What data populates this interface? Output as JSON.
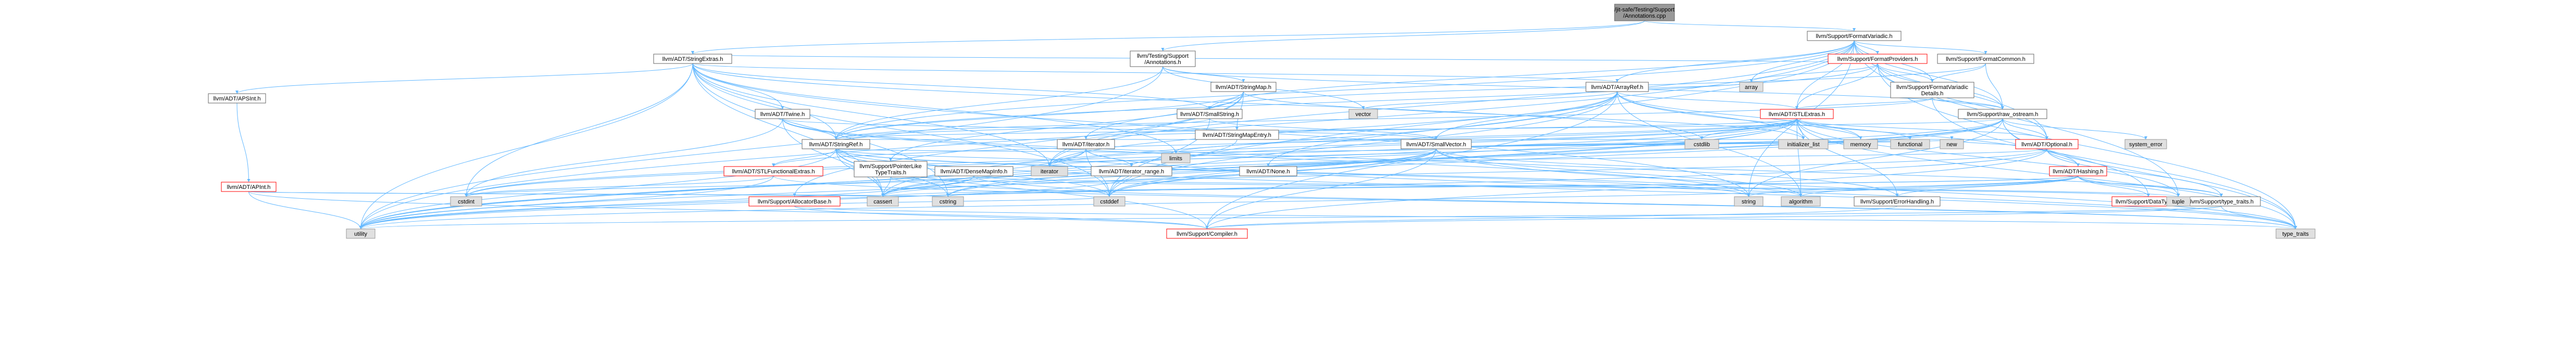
{
  "colors": {
    "edge": "#63b8ff",
    "root_fill": "#999999",
    "root_border": "#666666",
    "node_fill": "#ffffff",
    "node_border": "#666666",
    "missing_fill": "#ffffff",
    "missing_border": "#ff0000",
    "external_fill": "#e0e0e0",
    "external_border": "#999999"
  },
  "nodes": [
    {
      "id": "root",
      "kind": "root",
      "lines": [
        "/jit-safe/Testing/Support",
        "/Annotations.cpp"
      ]
    },
    {
      "id": "fv",
      "kind": "normal",
      "lines": [
        "llvm/Support/FormatVariadic.h"
      ]
    },
    {
      "id": "stringextras",
      "kind": "normal",
      "lines": [
        "llvm/ADT/StringExtras.h"
      ]
    },
    {
      "id": "testann",
      "kind": "normal",
      "lines": [
        "llvm/Testing/Support",
        "/Annotations.h"
      ]
    },
    {
      "id": "fproviders",
      "kind": "missing",
      "lines": [
        "llvm/Support/FormatProviders.h"
      ]
    },
    {
      "id": "fcommon",
      "kind": "normal",
      "lines": [
        "llvm/Support/FormatCommon.h"
      ]
    },
    {
      "id": "apsint",
      "kind": "normal",
      "lines": [
        "llvm/ADT/APSInt.h"
      ]
    },
    {
      "id": "apint",
      "kind": "missing",
      "lines": [
        "llvm/ADT/APInt.h"
      ]
    },
    {
      "id": "stringmap",
      "kind": "normal",
      "lines": [
        "llvm/ADT/StringMap.h"
      ]
    },
    {
      "id": "smallstring",
      "kind": "normal",
      "lines": [
        "llvm/ADT/SmallString.h"
      ]
    },
    {
      "id": "arrayref",
      "kind": "normal",
      "lines": [
        "llvm/ADT/ArrayRef.h"
      ]
    },
    {
      "id": "fvdetails",
      "kind": "normal",
      "lines": [
        "llvm/Support/FormatVariadic",
        "Details.h"
      ]
    },
    {
      "id": "twine",
      "kind": "normal",
      "lines": [
        "llvm/ADT/Twine.h"
      ]
    },
    {
      "id": "stringmapentry",
      "kind": "normal",
      "lines": [
        "llvm/ADT/StringMapEntry.h"
      ]
    },
    {
      "id": "stlextras",
      "kind": "missing",
      "lines": [
        "llvm/ADT/STLExtras.h"
      ]
    },
    {
      "id": "rawostream",
      "kind": "normal",
      "lines": [
        "llvm/Support/raw_ostream.h"
      ]
    },
    {
      "id": "stringref",
      "kind": "normal",
      "lines": [
        "llvm/ADT/StringRef.h"
      ]
    },
    {
      "id": "adtiterator",
      "kind": "normal",
      "lines": [
        "llvm/ADT/iterator.h"
      ]
    },
    {
      "id": "smallvector",
      "kind": "normal",
      "lines": [
        "llvm/ADT/SmallVector.h"
      ]
    },
    {
      "id": "optional",
      "kind": "missing",
      "lines": [
        "llvm/ADT/Optional.h"
      ]
    },
    {
      "id": "stlfunc",
      "kind": "missing",
      "lines": [
        "llvm/ADT/STLFunctionalExtras.h"
      ]
    },
    {
      "id": "ptrliketraits",
      "kind": "normal",
      "lines": [
        "llvm/Support/PointerLike",
        "TypeTraits.h"
      ]
    },
    {
      "id": "densemapinfo",
      "kind": "normal",
      "lines": [
        "llvm/ADT/DenseMapInfo.h"
      ]
    },
    {
      "id": "iterrange",
      "kind": "normal",
      "lines": [
        "llvm/ADT/iterator_range.h"
      ]
    },
    {
      "id": "none",
      "kind": "normal",
      "lines": [
        "llvm/ADT/None.h"
      ]
    },
    {
      "id": "hashing",
      "kind": "missing",
      "lines": [
        "llvm/ADT/Hashing.h"
      ]
    },
    {
      "id": "allocbase",
      "kind": "missing",
      "lines": [
        "llvm/Support/AllocatorBase.h"
      ]
    },
    {
      "id": "errorhandling",
      "kind": "normal",
      "lines": [
        "llvm/Support/ErrorHandling.h"
      ]
    },
    {
      "id": "datatypes",
      "kind": "missing",
      "lines": [
        "llvm/Support/DataTypes.h"
      ]
    },
    {
      "id": "typetraitsh",
      "kind": "normal",
      "lines": [
        "llvm/Support/type_traits.h"
      ]
    },
    {
      "id": "compiler",
      "kind": "missing",
      "lines": [
        "llvm/Support/Compiler.h"
      ]
    },
    {
      "id": "vector",
      "kind": "external",
      "lines": [
        "vector"
      ]
    },
    {
      "id": "array",
      "kind": "external",
      "lines": [
        "array"
      ]
    },
    {
      "id": "systemerror",
      "kind": "external",
      "lines": [
        "system_error"
      ]
    },
    {
      "id": "iterator",
      "kind": "external",
      "lines": [
        "iterator"
      ]
    },
    {
      "id": "limits",
      "kind": "external",
      "lines": [
        "limits"
      ]
    },
    {
      "id": "cstdlib",
      "kind": "external",
      "lines": [
        "cstdlib"
      ]
    },
    {
      "id": "initlist",
      "kind": "external",
      "lines": [
        "initializer_list"
      ]
    },
    {
      "id": "memory",
      "kind": "external",
      "lines": [
        "memory"
      ]
    },
    {
      "id": "functional",
      "kind": "external",
      "lines": [
        "functional"
      ]
    },
    {
      "id": "new",
      "kind": "external",
      "lines": [
        "new"
      ]
    },
    {
      "id": "cstdint",
      "kind": "external",
      "lines": [
        "cstdint"
      ]
    },
    {
      "id": "cassert",
      "kind": "external",
      "lines": [
        "cassert"
      ]
    },
    {
      "id": "cstring",
      "kind": "external",
      "lines": [
        "cstring"
      ]
    },
    {
      "id": "cstddef",
      "kind": "external",
      "lines": [
        "cstddef"
      ]
    },
    {
      "id": "algorithm",
      "kind": "external",
      "lines": [
        "algorithm"
      ]
    },
    {
      "id": "string",
      "kind": "external",
      "lines": [
        "string"
      ]
    },
    {
      "id": "tuple",
      "kind": "external",
      "lines": [
        "tuple"
      ]
    },
    {
      "id": "utility",
      "kind": "external",
      "lines": [
        "utility"
      ]
    },
    {
      "id": "typetraits",
      "kind": "external",
      "lines": [
        "type_traits"
      ]
    }
  ],
  "edges": [
    [
      "root",
      "fv"
    ],
    [
      "root",
      "stringextras"
    ],
    [
      "root",
      "testann"
    ],
    [
      "fv",
      "fproviders"
    ],
    [
      "fv",
      "fcommon"
    ],
    [
      "fv",
      "fvdetails"
    ],
    [
      "fv",
      "smallstring"
    ],
    [
      "fv",
      "arrayref"
    ],
    [
      "fv",
      "stlextras"
    ],
    [
      "fv",
      "stringref"
    ],
    [
      "fv",
      "rawostream"
    ],
    [
      "fv",
      "optional"
    ],
    [
      "fv",
      "array"
    ],
    [
      "fv",
      "cstddef"
    ],
    [
      "fv",
      "string"
    ],
    [
      "fv",
      "tuple"
    ],
    [
      "fv",
      "utility"
    ],
    [
      "fv",
      "iterator"
    ],
    [
      "stringextras",
      "apsint"
    ],
    [
      "stringextras",
      "arrayref"
    ],
    [
      "stringextras",
      "smallstring"
    ],
    [
      "stringextras",
      "stringref"
    ],
    [
      "stringextras",
      "twine"
    ],
    [
      "stringextras",
      "iterator"
    ],
    [
      "stringextras",
      "cassert"
    ],
    [
      "stringextras",
      "cstddef"
    ],
    [
      "stringextras",
      "cstdint"
    ],
    [
      "stringextras",
      "cstdlib"
    ],
    [
      "stringextras",
      "cstring"
    ],
    [
      "stringextras",
      "limits"
    ],
    [
      "stringextras",
      "string"
    ],
    [
      "stringextras",
      "utility"
    ],
    [
      "testann",
      "stringmap"
    ],
    [
      "testann",
      "stringref"
    ],
    [
      "testann",
      "vector"
    ],
    [
      "testann",
      "rawostream"
    ],
    [
      "testann",
      "utility"
    ],
    [
      "fproviders",
      "fvdetails"
    ],
    [
      "fproviders",
      "stlextras"
    ],
    [
      "fproviders",
      "stringextras"
    ],
    [
      "fproviders",
      "optional"
    ],
    [
      "fproviders",
      "stringref"
    ],
    [
      "fproviders",
      "rawostream"
    ],
    [
      "fproviders",
      "array"
    ],
    [
      "fproviders",
      "typetraits"
    ],
    [
      "fcommon",
      "fvdetails"
    ],
    [
      "fcommon",
      "smallstring"
    ],
    [
      "fcommon",
      "rawostream"
    ],
    [
      "apsint",
      "apint"
    ],
    [
      "apint",
      "compiler"
    ],
    [
      "apint",
      "cassert"
    ],
    [
      "apint",
      "climits"
    ],
    [
      "apint",
      "cstring"
    ],
    [
      "apint",
      "utility"
    ],
    [
      "stringmap",
      "stringref"
    ],
    [
      "stringmap",
      "stringmapentry"
    ],
    [
      "stringmap",
      "adtiterator"
    ],
    [
      "stringmap",
      "allocbase"
    ],
    [
      "stringmap",
      "ptrliketraits"
    ],
    [
      "stringmap",
      "initlist"
    ],
    [
      "stringmap",
      "iterator"
    ],
    [
      "smallstring",
      "smallvector"
    ],
    [
      "smallstring",
      "stringref"
    ],
    [
      "smallstring",
      "cstddef"
    ],
    [
      "arrayref",
      "hashing"
    ],
    [
      "arrayref",
      "none"
    ],
    [
      "arrayref",
      "smallvector"
    ],
    [
      "arrayref",
      "stlextras"
    ],
    [
      "arrayref",
      "compiler"
    ],
    [
      "arrayref",
      "algorithm"
    ],
    [
      "arrayref",
      "array"
    ],
    [
      "arrayref",
      "cassert"
    ],
    [
      "arrayref",
      "cstddef"
    ],
    [
      "arrayref",
      "initlist"
    ],
    [
      "arrayref",
      "iterator"
    ],
    [
      "arrayref",
      "memory"
    ],
    [
      "arrayref",
      "type_traits"
    ],
    [
      "arrayref",
      "vector"
    ],
    [
      "fvdetails",
      "stlextras"
    ],
    [
      "fvdetails",
      "stringref"
    ],
    [
      "fvdetails",
      "rawostream"
    ],
    [
      "fvdetails",
      "typetraits"
    ],
    [
      "twine",
      "smallvector"
    ],
    [
      "twine",
      "stringref"
    ],
    [
      "twine",
      "errorhandling"
    ],
    [
      "twine",
      "cassert"
    ],
    [
      "twine",
      "cstdint"
    ],
    [
      "twine",
      "string"
    ],
    [
      "stringmapentry",
      "optional"
    ],
    [
      "stringmapentry",
      "stringref"
    ],
    [
      "stringmapentry",
      "utility"
    ],
    [
      "stlextras",
      "stlfunc"
    ],
    [
      "stlextras",
      "adtiterator"
    ],
    [
      "stlextras",
      "iterrange"
    ],
    [
      "stlextras",
      "optional"
    ],
    [
      "stlextras",
      "errorhandling"
    ],
    [
      "stlextras",
      "algorithm"
    ],
    [
      "stlextras",
      "cassert"
    ],
    [
      "stlextras",
      "cstddef"
    ],
    [
      "stlextras",
      "cstdint"
    ],
    [
      "stlextras",
      "cstdlib"
    ],
    [
      "stlextras",
      "functional"
    ],
    [
      "stlextras",
      "initlist"
    ],
    [
      "stlextras",
      "iterator"
    ],
    [
      "stlextras",
      "limits"
    ],
    [
      "stlextras",
      "memory"
    ],
    [
      "stlextras",
      "tuple"
    ],
    [
      "stlextras",
      "typetraits"
    ],
    [
      "stlextras",
      "utility"
    ],
    [
      "rawostream",
      "stringref"
    ],
    [
      "rawostream",
      "datatypes"
    ],
    [
      "rawostream",
      "cassert"
    ],
    [
      "rawostream",
      "cstddef"
    ],
    [
      "rawostream",
      "cstdint"
    ],
    [
      "rawostream",
      "cstring"
    ],
    [
      "rawostream",
      "optional"
    ],
    [
      "rawostream",
      "string"
    ],
    [
      "rawostream",
      "systemerror"
    ],
    [
      "rawostream",
      "typetraits"
    ],
    [
      "stringref",
      "stlfunc"
    ],
    [
      "stringref",
      "iterrange"
    ],
    [
      "stringref",
      "compiler"
    ],
    [
      "stringref",
      "algorithm"
    ],
    [
      "stringref",
      "cassert"
    ],
    [
      "stringref",
      "cstddef"
    ],
    [
      "stringref",
      "cstring"
    ],
    [
      "stringref",
      "limits"
    ],
    [
      "stringref",
      "string"
    ],
    [
      "stringref",
      "typetraits"
    ],
    [
      "stringref",
      "utility"
    ],
    [
      "adtiterator",
      "iterrange"
    ],
    [
      "adtiterator",
      "cstddef"
    ],
    [
      "adtiterator",
      "iterator"
    ],
    [
      "adtiterator",
      "typetraits"
    ],
    [
      "adtiterator",
      "utility"
    ],
    [
      "smallvector",
      "compiler"
    ],
    [
      "smallvector",
      "typetraitsh"
    ],
    [
      "smallvector",
      "algorithm"
    ],
    [
      "smallvector",
      "cassert"
    ],
    [
      "smallvector",
      "cstddef"
    ],
    [
      "smallvector",
      "cstdlib"
    ],
    [
      "smallvector",
      "cstring"
    ],
    [
      "smallvector",
      "functional"
    ],
    [
      "smallvector",
      "initlist"
    ],
    [
      "smallvector",
      "iterator"
    ],
    [
      "smallvector",
      "limits"
    ],
    [
      "smallvector",
      "memory"
    ],
    [
      "smallvector",
      "new"
    ],
    [
      "smallvector",
      "typetraits"
    ],
    [
      "smallvector",
      "utility"
    ],
    [
      "optional",
      "hashing"
    ],
    [
      "optional",
      "none"
    ],
    [
      "optional",
      "compiler"
    ],
    [
      "optional",
      "typetraitsh"
    ],
    [
      "optional",
      "cassert"
    ],
    [
      "optional",
      "new"
    ],
    [
      "optional",
      "utility"
    ],
    [
      "stlfunc",
      "cstdint"
    ],
    [
      "stlfunc",
      "typetraits"
    ],
    [
      "stlfunc",
      "utility"
    ],
    [
      "ptrliketraits",
      "datatypes"
    ],
    [
      "ptrliketraits",
      "cassert"
    ],
    [
      "ptrliketraits",
      "typetraits"
    ],
    [
      "densemapinfo",
      "cassert"
    ],
    [
      "densemapinfo",
      "cstddef"
    ],
    [
      "densemapinfo",
      "cstdint"
    ],
    [
      "densemapinfo",
      "tuple"
    ],
    [
      "densemapinfo",
      "utility"
    ],
    [
      "iterrange",
      "utility"
    ],
    [
      "hashing",
      "errorhandling"
    ],
    [
      "hashing",
      "datatypes"
    ],
    [
      "hashing",
      "typetraitsh"
    ],
    [
      "hashing",
      "algorithm"
    ],
    [
      "hashing",
      "cassert"
    ],
    [
      "hashing",
      "cstring"
    ],
    [
      "hashing",
      "string"
    ],
    [
      "hashing",
      "tuple"
    ],
    [
      "hashing",
      "utility"
    ],
    [
      "allocbase",
      "compiler"
    ],
    [
      "allocbase",
      "cstddef"
    ],
    [
      "allocbase",
      "typetraits"
    ],
    [
      "errorhandling",
      "compiler"
    ],
    [
      "typetraitsh",
      "compiler"
    ],
    [
      "typetraitsh",
      "typetraits"
    ],
    [
      "typetraitsh",
      "utility"
    ]
  ]
}
